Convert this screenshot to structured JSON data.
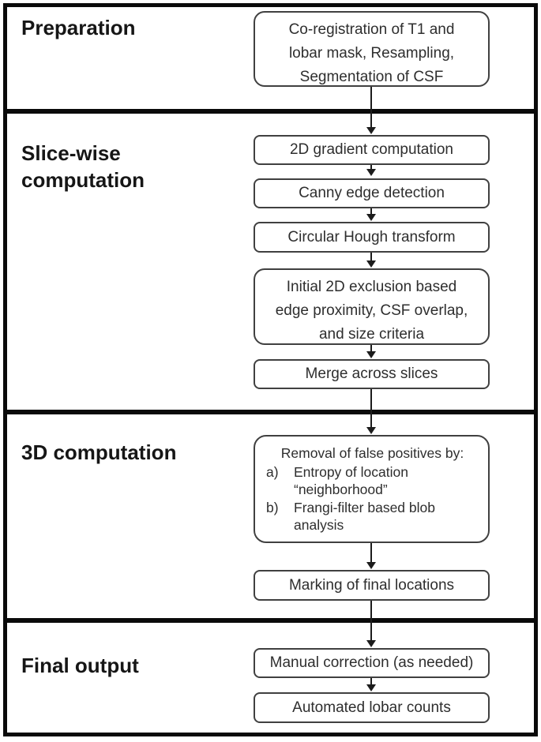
{
  "colors": {
    "frame": "#0a0a0a",
    "box_border": "#404040",
    "text": "#2e2e2e",
    "label_text": "#161616",
    "background": "#ffffff"
  },
  "diagram": {
    "sections": [
      {
        "label": "Preparation",
        "boxes": [
          {
            "lines": [
              "Co-registration of T1 and",
              "lobar mask, Resampling,",
              "Segmentation of CSF"
            ]
          }
        ]
      },
      {
        "label": "Slice-wise computation",
        "boxes": [
          {
            "text": "2D gradient computation"
          },
          {
            "text": "Canny edge detection"
          },
          {
            "text": "Circular Hough transform"
          },
          {
            "lines": [
              "Initial 2D exclusion based",
              "edge proximity, CSF overlap,",
              "and size criteria"
            ]
          },
          {
            "text": "Merge across slices"
          }
        ]
      },
      {
        "label": "3D computation",
        "boxes": [
          {
            "heading": "Removal of false positives by:",
            "items": [
              {
                "label": "a)",
                "lines": [
                  "Entropy of location",
                  "“neighborhood”"
                ]
              },
              {
                "label": "b)",
                "lines": [
                  "Frangi-filter based blob",
                  "analysis"
                ]
              }
            ]
          },
          {
            "text": "Marking of final locations"
          }
        ]
      },
      {
        "label": "Final output",
        "boxes": [
          {
            "text": "Manual correction (as needed)"
          },
          {
            "text": "Automated lobar counts"
          }
        ]
      }
    ]
  }
}
